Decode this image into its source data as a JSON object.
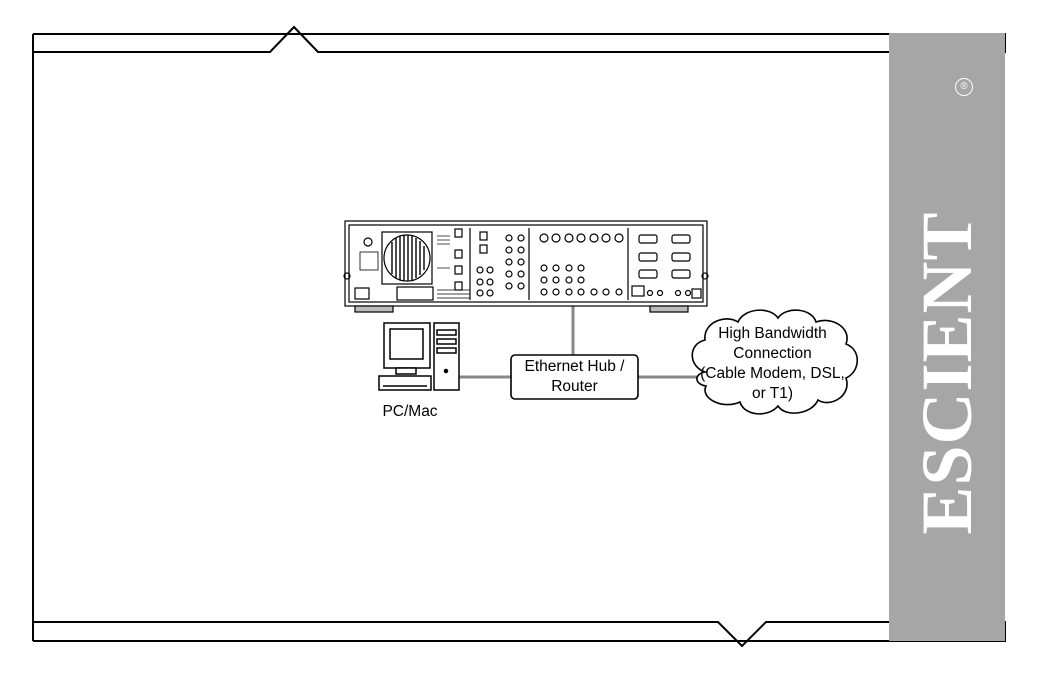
{
  "brand": {
    "name": "ESCIENT",
    "registered_symbol": "®"
  },
  "nodes": {
    "device": {
      "icon": "av-receiver-rear-panel-icon"
    },
    "pc": {
      "label": "PC/Mac",
      "icon": "desktop-computer-icon"
    },
    "hub": {
      "label_line1": "Ethernet Hub /",
      "label_line2": "Router"
    },
    "cloud": {
      "line1": "High Bandwidth",
      "line2": "Connection",
      "line3": "(Cable Modem, DSL,",
      "line4": "or T1)"
    }
  },
  "colors": {
    "sidebar": "#a6a6a6",
    "connector": "#808080",
    "frame": "#000000"
  }
}
